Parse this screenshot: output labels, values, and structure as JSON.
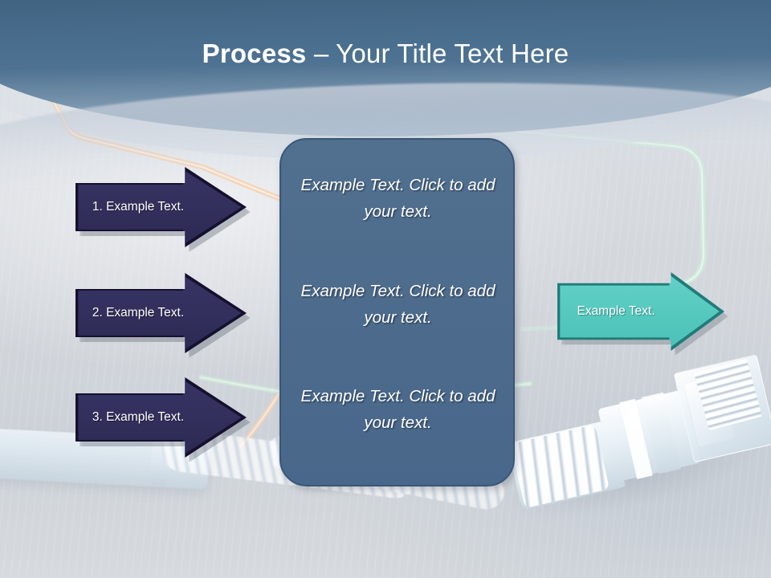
{
  "slide": {
    "title_bold": "Process",
    "title_rest": " – Your Title Text Here",
    "background_top_color": "#2d4a6b",
    "background_bottom_color": "#d5d9de"
  },
  "steps": [
    {
      "label": "1. Example Text.",
      "fill": "#332f5e",
      "outline": "#15102e"
    },
    {
      "label": "2. Example Text.",
      "fill": "#332f5e",
      "outline": "#15102e"
    },
    {
      "label": "3. Example Text.",
      "fill": "#332f5e",
      "outline": "#15102e"
    }
  ],
  "center_box": {
    "fill": "#4d6b8c",
    "border": "#3a5676",
    "blocks": [
      "Example Text. Click  to add your text.",
      "Example Text. Click  to add your text.",
      "Example Text. Click  to add your text."
    ]
  },
  "result_arrow": {
    "label": "Example Text.",
    "fill": "#55c8be",
    "outline": "#217b78"
  },
  "decor": {
    "cable_orange": "#f6d3b4",
    "cable_green": "#cfe9d4",
    "connector": "rj45-ethernet-connector"
  }
}
